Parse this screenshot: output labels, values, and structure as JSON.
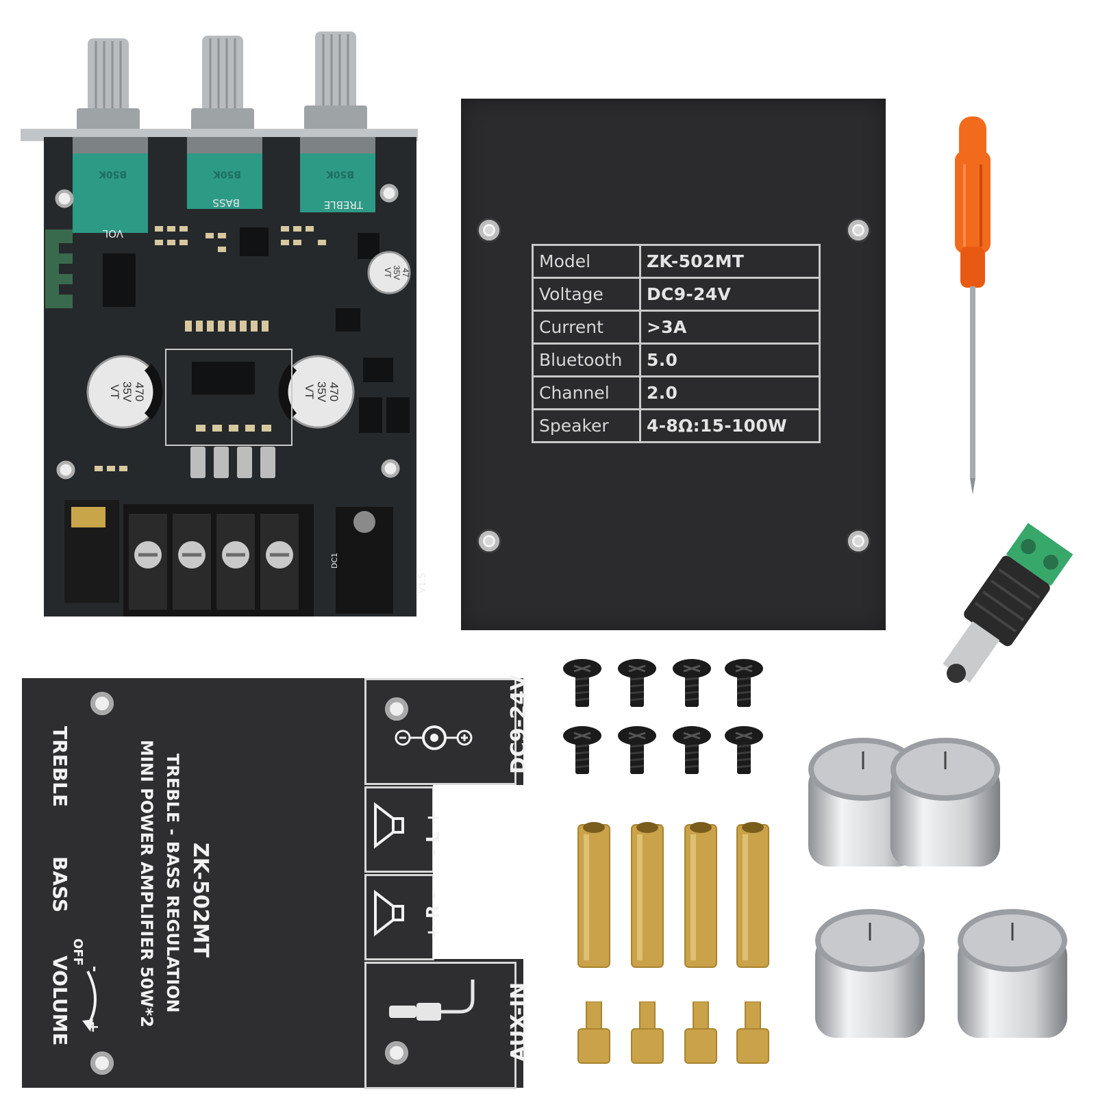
{
  "spec_plate": {
    "rows": [
      {
        "key": "Model",
        "value": "ZK-502MT"
      },
      {
        "key": "Voltage",
        "value": "DC9-24V"
      },
      {
        "key": "Current",
        "value": ">3A"
      },
      {
        "key": "Bluetooth",
        "value": "5.0"
      },
      {
        "key": "Channel",
        "value": "2.0"
      },
      {
        "key": "Speaker",
        "value": "4-8Ω:15-100W"
      }
    ]
  },
  "cover_plate": {
    "model": "ZK-502MT",
    "line1": "TREBLE - BASS REGULATION",
    "line2": "MINI POWER AMPLIFIER 50W*2",
    "treble_label": "TREBLE",
    "bass_label": "BASS",
    "volume_label": "VOLUME",
    "off_label": "OFF",
    "minus_label": "-",
    "plus_label": "+",
    "power_label": "DC9-24V",
    "left_label": "- L +",
    "right_label": "+ R -",
    "aux_label": "AUX-IN"
  },
  "board": {
    "silk_vol": "VOL",
    "silk_bass": "BASS",
    "silk_treble": "TREBLE",
    "silk_version": "V1.5",
    "silk_dc": "DC1",
    "cap_small": [
      "47",
      "35V",
      "VT"
    ],
    "cap_big": [
      "470",
      "35V",
      "VT"
    ],
    "pot_marking": "B50K"
  },
  "colors": {
    "pcb": "#26292b",
    "pot_body": "#2d9a86",
    "plate": "#2b2b2d",
    "screwdriver_handle": "#f26a1b",
    "terminal_green": "#38a86a",
    "brass": "#c9a24a"
  }
}
